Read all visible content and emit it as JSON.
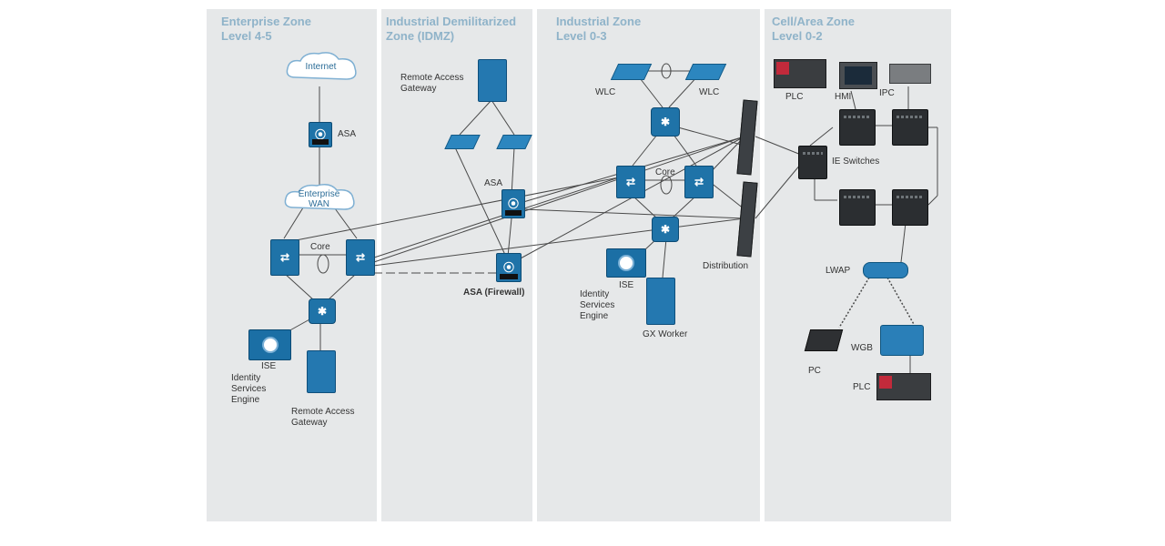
{
  "zones": [
    {
      "title": "Enterprise Zone\nLevel 4-5"
    },
    {
      "title": "Industrial Demilitarized\nZone (IDMZ)"
    },
    {
      "title": "Industrial Zone\nLevel 0-3"
    },
    {
      "title": "Cell/Area Zone\nLevel 0-2"
    }
  ],
  "labels": {
    "internet": "Internet",
    "asa_enterprise": "ASA",
    "enterprise_wan": "Enterprise\nWAN",
    "core_enterprise": "Core",
    "ise_enterprise": "ISE",
    "ise_enterprise_desc": "Identity\nServices\nEngine",
    "remote_gw_enterprise": "Remote Access\nGateway",
    "remote_gw_idmz": "Remote Access\nGateway",
    "asa_idmz": "ASA",
    "asa_firewall": "ASA (Firewall)",
    "wlc_left": "WLC",
    "wlc_right": "WLC",
    "core_industrial": "Core",
    "ise_industrial": "ISE",
    "ise_industrial_desc": "Identity\nServices\nEngine",
    "gx_worker": "GX Worker",
    "distribution": "Distribution",
    "plc_top": "PLC",
    "hmi": "HMI",
    "ipc": "IPC",
    "ie_switches": "IE Switches",
    "lwap": "LWAP",
    "pc": "PC",
    "wgb": "WGB",
    "plc_bottom": "PLC"
  },
  "icons": {
    "cloud": "cloud-icon",
    "switch": "switch-icon",
    "firewall": "firewall-icon",
    "server": "server-icon",
    "access_point": "access-point-icon"
  },
  "colors": {
    "zone_bg": "#e6e8e9",
    "zone_title": "#8fb3c9",
    "cisco_blue": "#1f73a8",
    "link": "#2d6ea3"
  }
}
